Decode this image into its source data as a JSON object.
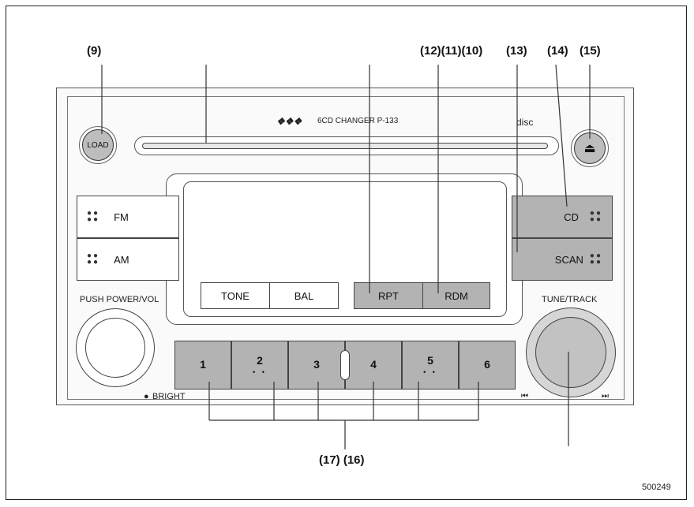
{
  "callouts": {
    "c9": "(9)",
    "c12_11_10": "(12)(11)(10)",
    "c13": "(13)",
    "c14": "(14)",
    "c15": "(15)",
    "c17_16": "(17) (16)"
  },
  "model": {
    "logo_text": "6CD CHANGER P-133",
    "disc_label": "disc"
  },
  "buttons": {
    "load": "LOAD",
    "eject_glyph": "⏏",
    "fm": "FM",
    "am": "AM",
    "cd": "CD",
    "scan": "SCAN",
    "tone": "TONE",
    "bal": "BAL",
    "rpt": "RPT",
    "rdm": "RDM"
  },
  "knobs": {
    "power_label": "PUSH POWER/VOL",
    "bright_label": "BRIGHT",
    "tune_label": "TUNE/TRACK",
    "prev_glyph": "⏮",
    "next_glyph": "⏭"
  },
  "presets": [
    {
      "label": "1",
      "dots": ""
    },
    {
      "label": "2",
      "dots": "• •"
    },
    {
      "label": "3",
      "dots": ""
    },
    {
      "label": "4",
      "dots": ""
    },
    {
      "label": "5",
      "dots": "• •"
    },
    {
      "label": "6",
      "dots": ""
    }
  ],
  "figure_id": "500249",
  "colors": {
    "button_gray": "#b3b3b3",
    "line": "#333333"
  }
}
